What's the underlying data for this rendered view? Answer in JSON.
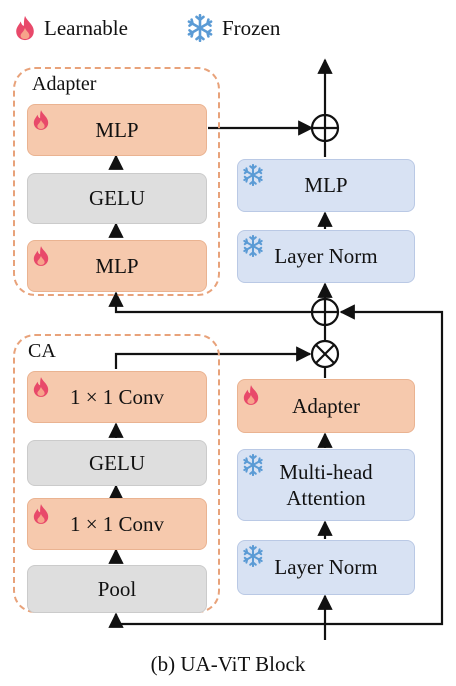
{
  "legend": {
    "learnable": "Learnable",
    "frozen": "Frozen"
  },
  "adapter_group": {
    "label": "Adapter",
    "mlp_top": "MLP",
    "gelu": "GELU",
    "mlp_bottom": "MLP"
  },
  "ca_group": {
    "label": "CA",
    "conv_top": "1 × 1 Conv",
    "gelu": "GELU",
    "conv_bottom": "1 × 1 Conv",
    "pool": "Pool"
  },
  "main": {
    "mlp": "MLP",
    "layer_norm_top": "Layer Norm",
    "adapter": "Adapter",
    "attention_line1": "Multi-head",
    "attention_line2": "Attention",
    "layer_norm_bottom": "Layer Norm"
  },
  "caption": "(b) UA-ViT Block",
  "colors": {
    "learnable": "#f6c9ad",
    "frozen": "#d8e2f3",
    "neutral": "#dedede",
    "group_border": "#e8a27a",
    "flame": "#e8496a",
    "snowflake": "#5b9bd5"
  }
}
